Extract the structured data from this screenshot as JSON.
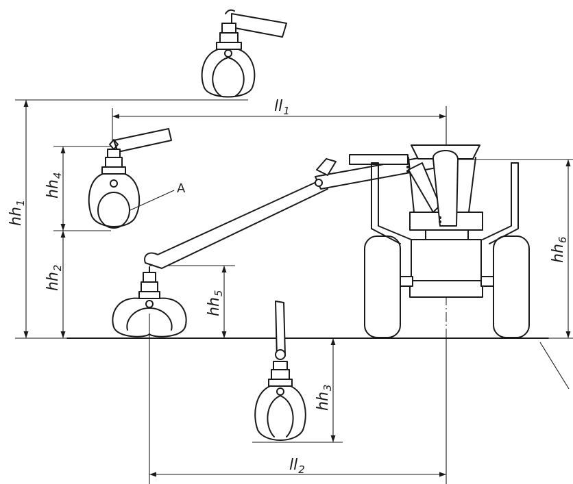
{
  "labels": {
    "ll1": {
      "main": "ll",
      "sub": "1"
    },
    "ll2": {
      "main": "ll",
      "sub": "2"
    },
    "hh1": {
      "main": "hh",
      "sub": "1"
    },
    "hh2": {
      "main": "hh",
      "sub": "2"
    },
    "hh3": {
      "main": "hh",
      "sub": "3"
    },
    "hh4": {
      "main": "hh",
      "sub": "4"
    },
    "hh5": {
      "main": "hh",
      "sub": "5"
    },
    "hh6": {
      "main": "hh",
      "sub": "6"
    },
    "a": "A"
  },
  "colors": {
    "line": "#1a1a1a",
    "background": "#ffffff"
  }
}
